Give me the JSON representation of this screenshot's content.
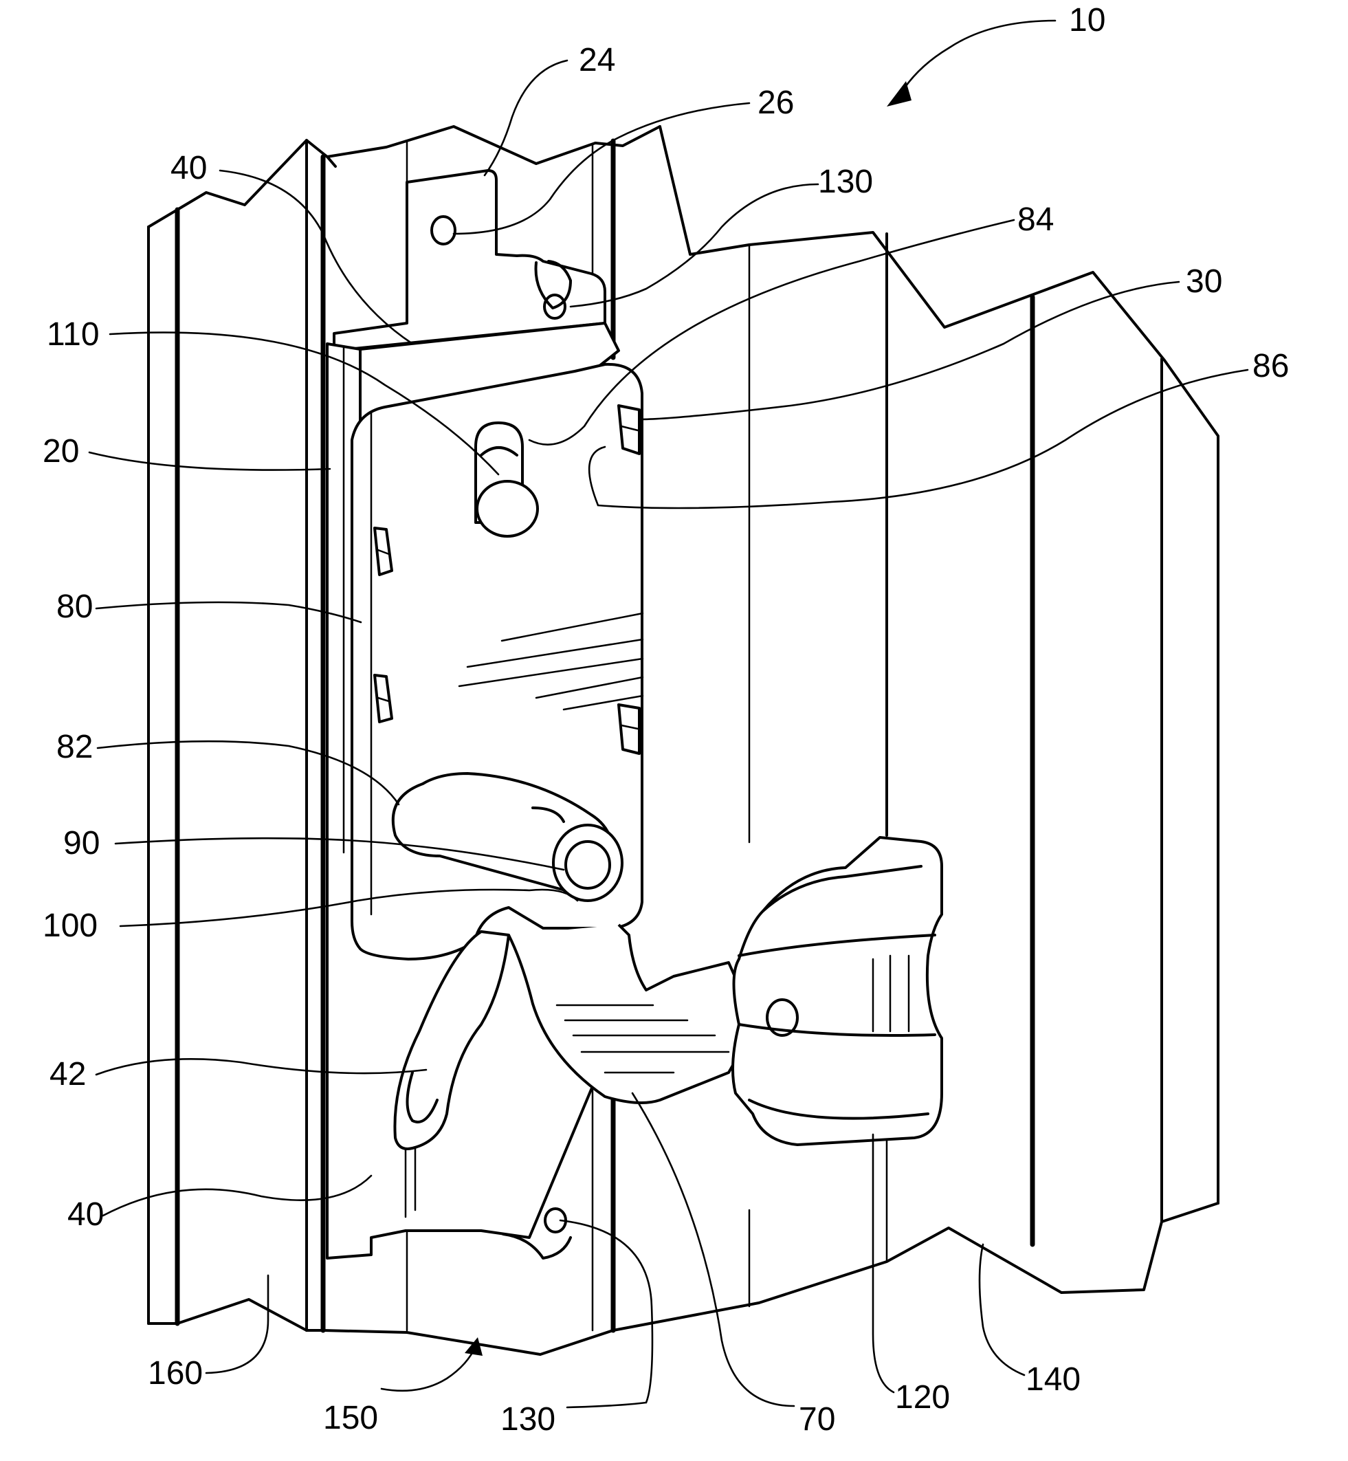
{
  "figure": {
    "labels": {
      "l10": "10",
      "l24": "24",
      "l26": "26",
      "l130_top": "130",
      "l84": "84",
      "l30": "30",
      "l86": "86",
      "l40_top": "40",
      "l110": "110",
      "l20": "20",
      "l80": "80",
      "l82": "82",
      "l90": "90",
      "l100": "100",
      "l42": "42",
      "l40_bottom": "40",
      "l160": "160",
      "l150": "150",
      "l130_bottom": "130",
      "l70": "70",
      "l120": "120",
      "l140": "140"
    }
  }
}
